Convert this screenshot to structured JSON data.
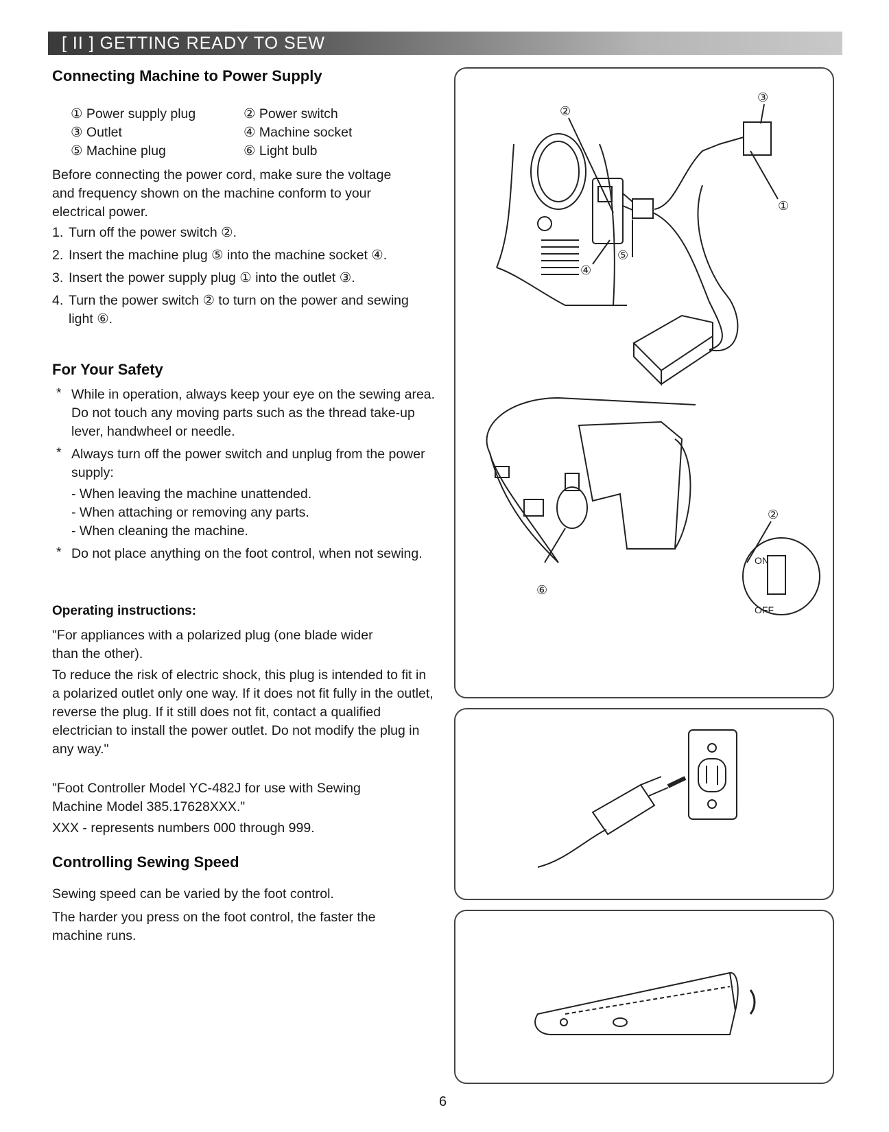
{
  "banner": "[ II ] GETTING READY TO SEW",
  "section1": {
    "title": "Connecting Machine to Power Supply",
    "parts": [
      [
        "① Power supply plug",
        "② Power switch"
      ],
      [
        "③ Outlet",
        "④ Machine socket"
      ],
      [
        "⑤ Machine plug",
        "⑥ Light bulb"
      ]
    ],
    "intro": "Before connecting the power cord, make sure the voltage and frequency shown on the machine conform to your electrical power.",
    "steps": [
      {
        "n": "1.",
        "text": "Turn off the power switch ②."
      },
      {
        "n": "2.",
        "text": "Insert the machine plug ⑤ into the machine socket ④."
      },
      {
        "n": "3.",
        "text": "Insert the power supply plug ① into the outlet ③."
      },
      {
        "n": "4.",
        "text": "Turn the power switch ② to turn on the power and sewing light ⑥."
      }
    ]
  },
  "section2": {
    "title": "For Your Safety",
    "bullet1": "While in operation, always keep your eye on the sewing area. Do not touch any moving parts such as the thread take-up lever, handwheel or needle.",
    "bullet2": "Always turn off the power switch and unplug from the power supply:",
    "dashes": [
      "- When leaving the machine unattended.",
      "- When attaching or removing any parts.",
      "- When cleaning the machine."
    ],
    "bullet3": "Do not place anything on the foot control, when not sewing."
  },
  "section3": {
    "title": "Operating instructions:",
    "p1": "\"For appliances with a polarized plug (one blade wider than the other).",
    "p2": "To reduce the risk of electric shock, this plug is intended to fit in a polarized outlet only one way. If it does not fit fully in the outlet, reverse the plug. If it still does not fit, contact a qualified electrician to install the power outlet. Do not modify the plug in any way.\"",
    "p3": "\"Foot Controller Model YC-482J for use with Sewing Machine Model 385.17628XXX.\"",
    "p4": "XXX - represents numbers 000 through 999."
  },
  "section4": {
    "title": "Controlling Sewing Speed",
    "p1": "Sewing speed can be varied by the foot control.",
    "p2": "The harder you press on the foot control, the faster the machine runs."
  },
  "figure_labels": {
    "one": "①",
    "two": "②",
    "three": "③",
    "four": "④",
    "five": "⑤",
    "six": "⑥",
    "on": "ON",
    "off": "OFF"
  },
  "page_number": "6"
}
